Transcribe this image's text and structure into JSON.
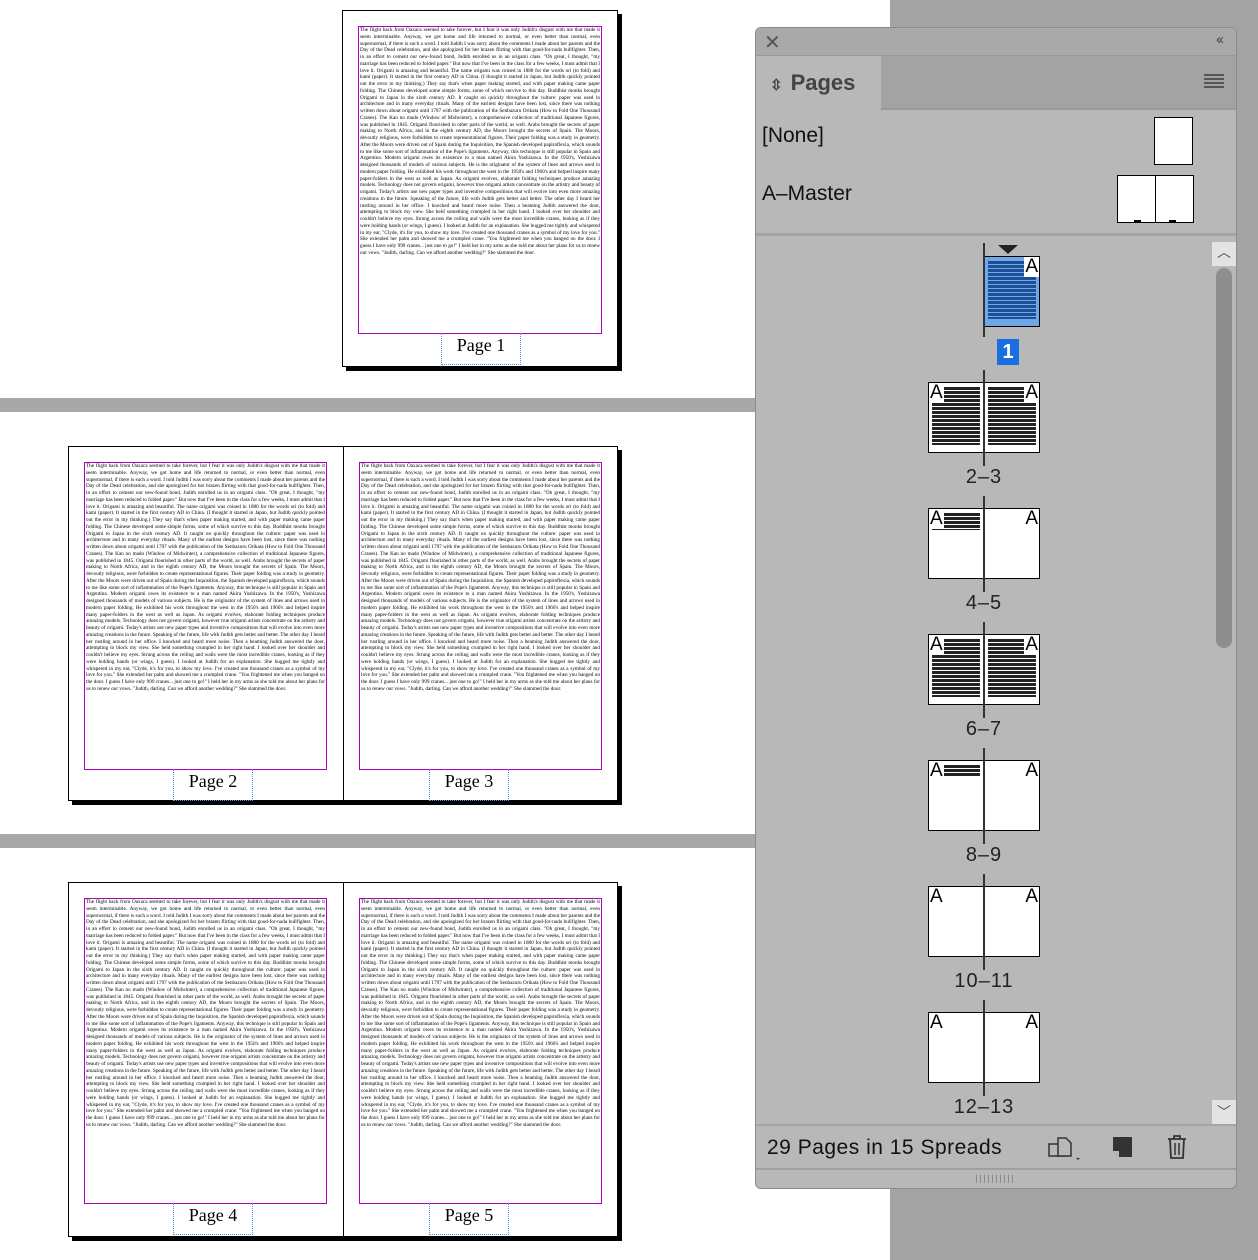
{
  "document": {
    "story_text": "The flight back from Oaxaca seemed to take forever, but I fear it was only Judith's disgust with me that made it seem interminable. Anyway, we got home and life returned to normal, or even better than normal, even supernormal, if there is such a word. I told Judith I was sorry about the comments I made about her parents and the Day of the Dead celebration, and she apologized for her brazen flirting with that good-for-nada bullfighter. Then, in an effort to cement our new-found bond, Judith enrolled us in an origami class. \"Oh great, I thought, \"my marriage has been reduced to folded paper.\" But now that I've been in the class for a few weeks, I must admit that I love it. Origami is amazing and beautiful. The name origami was coined in 1880 for the words ori (to fold) and kami (paper). It started in the first century AD in China. (I thought it started in Japan, but Judith quickly pointed out the error in my thinking.) They say that's when paper making started, and with paper making came paper folding. The Chinese developed some simple forms, some of which survive to this day. Buddhist monks brought Origami to Japan in the sixth century AD. It caught on quickly throughout the culture: paper was used in architecture and in many everyday rituals. Many of the earliest designs have been lost, since there was nothing written down about origami until 1797 with the publication of the Senbazuru Orikata (How to Fold One Thousand Cranes). The Kan no mado (Window of Midwinter), a comprehensive collection of traditional Japanese figures, was published in 1845. Origami flourished in other parts of the world, as well. Arabs brought the secrets of paper making to North Africa, and in the eighth century AD, the Moors brought the secrets of Spain. The Moors, devoutly religious, were forbidden to create representational figures. Their paper folding was a study in geometry. After the Moors were driven out of Spain during the Inquisition, the Spanish developed papiroflexia, which sounds to me like some sort of inflammation of the Pope's ligaments. Anyway, this technique is still popular in Spain and Argentina. Modern origami owes its existence to a man named Akira Yoshizawa. In the 1950's, Yoshizawa designed thousands of models of various subjects. He is the originator of the system of lines and arrows used in modern paper folding. He exhibited his work throughout the west in the 1950's and 1960's and helped inspire many paper-folders in the west as well as Japan. As origami evolves, elaborate folding techniques produce amazing models. Technology does not govern origami, however true origami artists concentrate on the artistry and beauty of origami. Today's artists use new paper types and inventive compositions that will evolve into even more amazing creations in the future. Speaking of the future, life with Judith gets better and better. The other day I heard her rustling around in her office. I knocked and heard more noise. Then a beaming Judith answered the door, attempting to block my view. She held something crumpled in her right hand. I looked over her shoulder and couldn't believe my eyes. Strung across the ceiling and walls were the most incredible cranes, looking as if they were holding hands (or wings, I guess). I looked at Judith for an explanation. She hugged me tightly and whispered in my ear, \"Clyde, it's for you, to show my love. I've created one thousand cranes as a symbol of my love for you.\" She extended her palm and showed me a crumpled crane. \"You frightened me when you banged on the door. I guess I have only 999 cranes... just one to go!\" I held her in my arms as she told me about her plans for us to renew our vows. \"Judith, darling. Can we afford another wedding?\" She slammed the door. ",
    "page_labels": [
      "Page 1",
      "Page 2",
      "Page 3",
      "Page 4",
      "Page 5"
    ]
  },
  "panel": {
    "tab_label": "Pages",
    "masters": [
      "[None]",
      "A–Master"
    ],
    "master_prefix": "A",
    "spreads": [
      {
        "label": "1",
        "pages": [
          {
            "fill": 1.0
          }
        ],
        "selected": true
      },
      {
        "label": "2–3",
        "pages": [
          {
            "fill": 1.0
          },
          {
            "fill": 1.0
          }
        ]
      },
      {
        "label": "4–5",
        "pages": [
          {
            "fill": 0.3
          },
          {
            "fill": 0
          }
        ]
      },
      {
        "label": "6–7",
        "pages": [
          {
            "fill": 1.0
          },
          {
            "fill": 1.0
          }
        ]
      },
      {
        "label": "8–9",
        "pages": [
          {
            "fill": 0.2
          },
          {
            "fill": 0
          }
        ]
      },
      {
        "label": "10–11",
        "pages": [
          {
            "fill": 0
          },
          {
            "fill": 0
          }
        ]
      },
      {
        "label": "12–13",
        "pages": [
          {
            "fill": 0
          },
          {
            "fill": 0
          }
        ]
      }
    ],
    "status": "29 Pages in 15 Spreads",
    "colors": {
      "selection": "#1a6fe0",
      "margin": "#b000c0"
    }
  }
}
